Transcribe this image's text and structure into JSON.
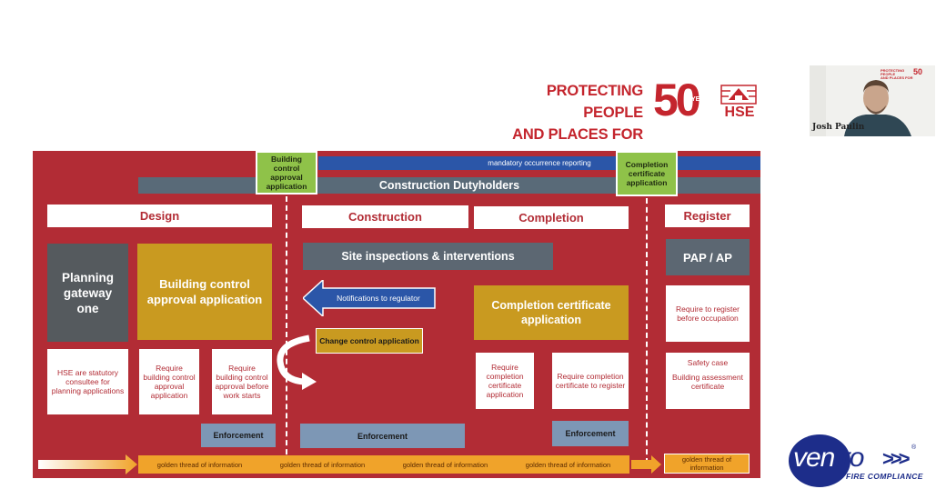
{
  "header": {
    "line1": "PROTECTING PEOPLE",
    "line2": "AND PLACES FOR",
    "fifty": "50",
    "years": "YEARS",
    "hse": "HSE",
    "accent_color": "#c4252d"
  },
  "webcam": {
    "mini_line1": "PROTECTING PEOPLE",
    "mini_line2": "AND PLACES FOR",
    "mini_fifty": "50",
    "name": "Josh Paulin"
  },
  "diagram": {
    "background_color": "#b22c35",
    "top_bar": "mandatory occurrence reporting",
    "duty_bar": "Construction Dutyholders",
    "gateway2": "Building control approval application",
    "gateway3": "Completion certificate application",
    "stages": {
      "design": "Design",
      "construction": "Construction",
      "completion": "Completion",
      "register": "Register"
    },
    "design": {
      "planning": "Planning gateway one",
      "bc_application": "Building control approval application",
      "hse_consultee": "HSE are statutory consultee for planning applications",
      "require_bc": "Require building control approval application",
      "require_bc_before": "Require building control approval before work starts",
      "enforcement": "Enforcement"
    },
    "construction": {
      "site_inspections": "Site inspections & interventions",
      "notifications": "Notifications to regulator",
      "change_control": "Change control application",
      "enforcement": "Enforcement"
    },
    "completion": {
      "cc_application": "Completion certificate application",
      "require_cc_app": "Require completion certificate application",
      "require_cc_register": "Require completion certificate to register",
      "enforcement": "Enforcement"
    },
    "register": {
      "pap": "PAP / AP",
      "require_register": "Require to register before occupation",
      "safety_case": "Safety case",
      "bac": "Building assessment certificate"
    },
    "golden_thread": {
      "label": "golden thread of information",
      "register_label": "golden thread of information"
    }
  },
  "logo": {
    "ven": "ven",
    "tro": "tro",
    "chevrons": ">>>",
    "reg": "®",
    "sub": "FIRE COMPLIANCE",
    "color": "#1d2d8a"
  }
}
